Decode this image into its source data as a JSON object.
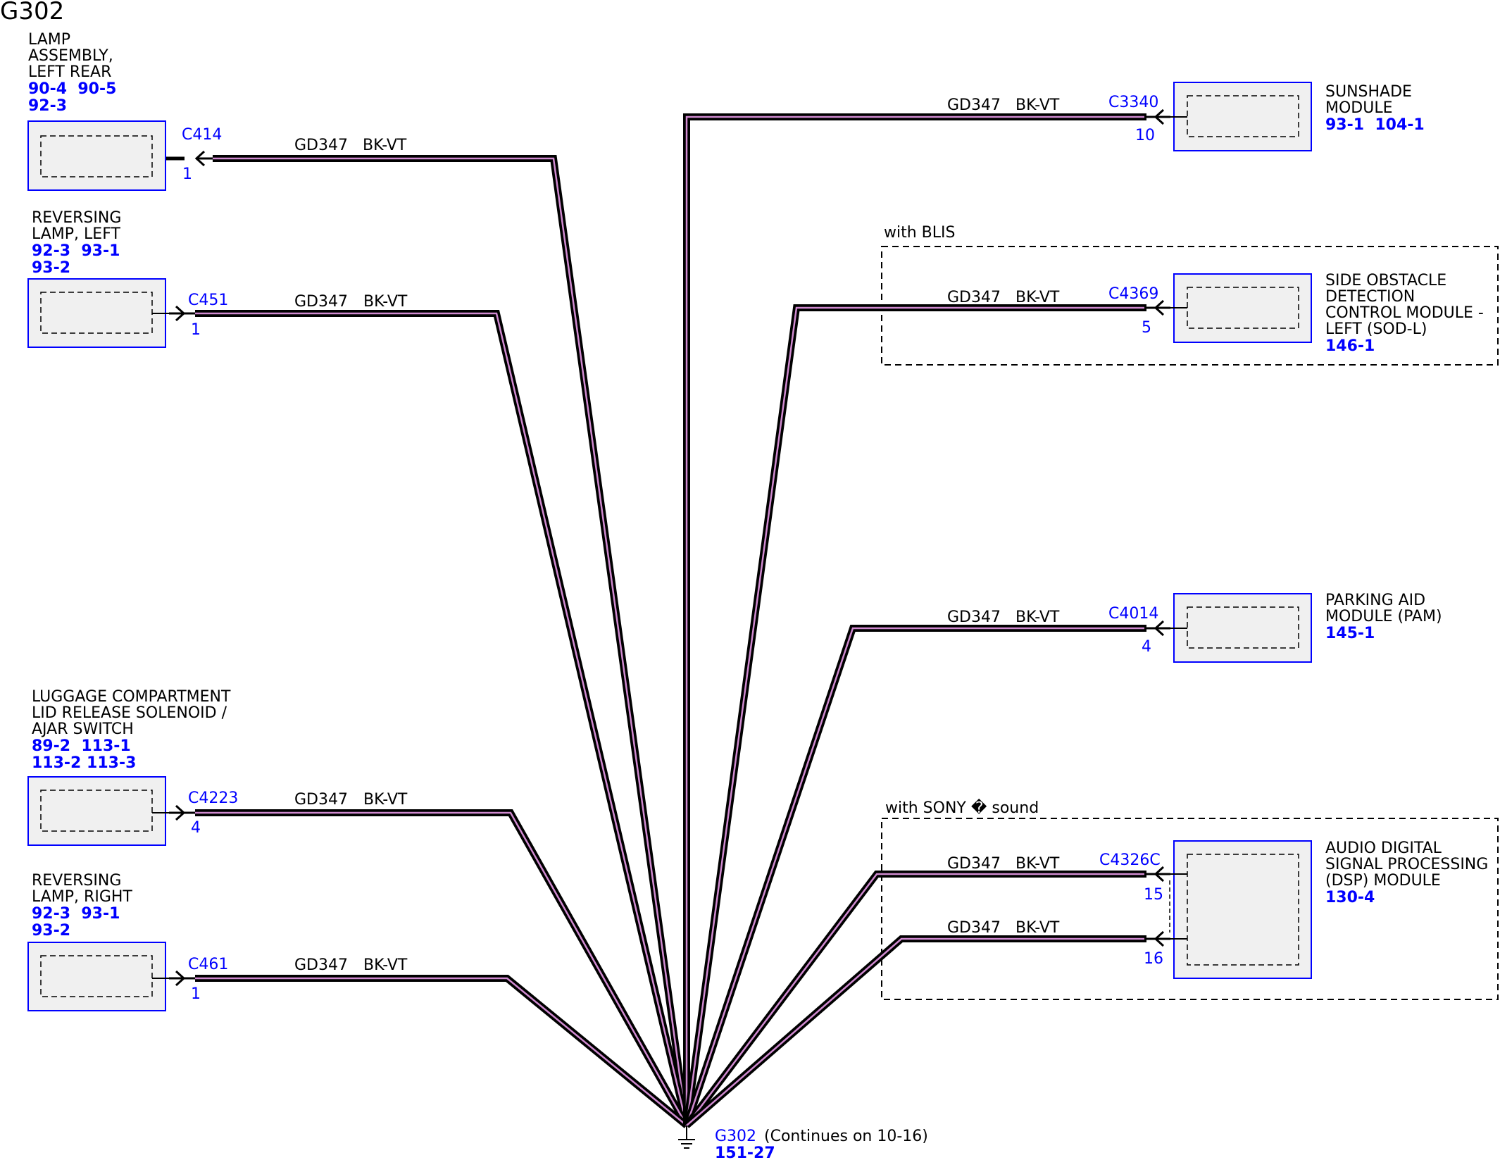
{
  "title": "G302",
  "wire": {
    "circuit": "GD347",
    "color": "BK-VT"
  },
  "components": [
    {
      "id": "left-rear-lamp",
      "name_lines": [
        "LAMP",
        "ASSEMBLY,",
        "LEFT REAR"
      ],
      "ref_lines": [
        "90-4  90-5",
        "92-3"
      ],
      "connector": "C414",
      "pin": "1"
    },
    {
      "id": "reversing-lamp-left",
      "name_lines": [
        "REVERSING",
        "LAMP, LEFT"
      ],
      "ref_lines": [
        "92-3  93-1",
        "93-2"
      ],
      "connector": "C451",
      "pin": "1"
    },
    {
      "id": "luggage-solenoid",
      "name_lines": [
        "LUGGAGE COMPARTMENT",
        "LID RELEASE SOLENOID /",
        "AJAR SWITCH"
      ],
      "ref_lines": [
        "89-2  113-1",
        "113-2 113-3"
      ],
      "connector": "C4223",
      "pin": "4"
    },
    {
      "id": "reversing-lamp-right",
      "name_lines": [
        "REVERSING",
        "LAMP, RIGHT"
      ],
      "ref_lines": [
        "92-3  93-1",
        "93-2"
      ],
      "connector": "C461",
      "pin": "1"
    },
    {
      "id": "sunshade-module",
      "name_lines": [
        "SUNSHADE",
        "MODULE"
      ],
      "ref_lines": [
        "93-1  104-1"
      ],
      "connector": "C3340",
      "pin": "10"
    },
    {
      "id": "sod-l-module",
      "name_lines": [
        "SIDE OBSTACLE",
        "DETECTION",
        "CONTROL MODULE -",
        "LEFT (SOD-L)"
      ],
      "ref_lines": [
        "146-1"
      ],
      "connector": "C4369",
      "pin": "5"
    },
    {
      "id": "pam-module",
      "name_lines": [
        "PARKING AID",
        "MODULE (PAM)"
      ],
      "ref_lines": [
        "145-1"
      ],
      "connector": "C4014",
      "pin": "4"
    },
    {
      "id": "dsp-module",
      "name_lines": [
        "AUDIO DIGITAL",
        "SIGNAL PROCESSING",
        "(DSP) MODULE"
      ],
      "ref_lines": [
        "130-4"
      ],
      "connector": "C4326C",
      "pins": [
        "15",
        "16"
      ]
    }
  ],
  "options": [
    {
      "id": "blis",
      "label": "with BLIS"
    },
    {
      "id": "sony",
      "label": "with SONY � sound"
    }
  ],
  "ground": {
    "label": "G302",
    "note": "(Continues on 10-16)",
    "ref": "151-27"
  }
}
